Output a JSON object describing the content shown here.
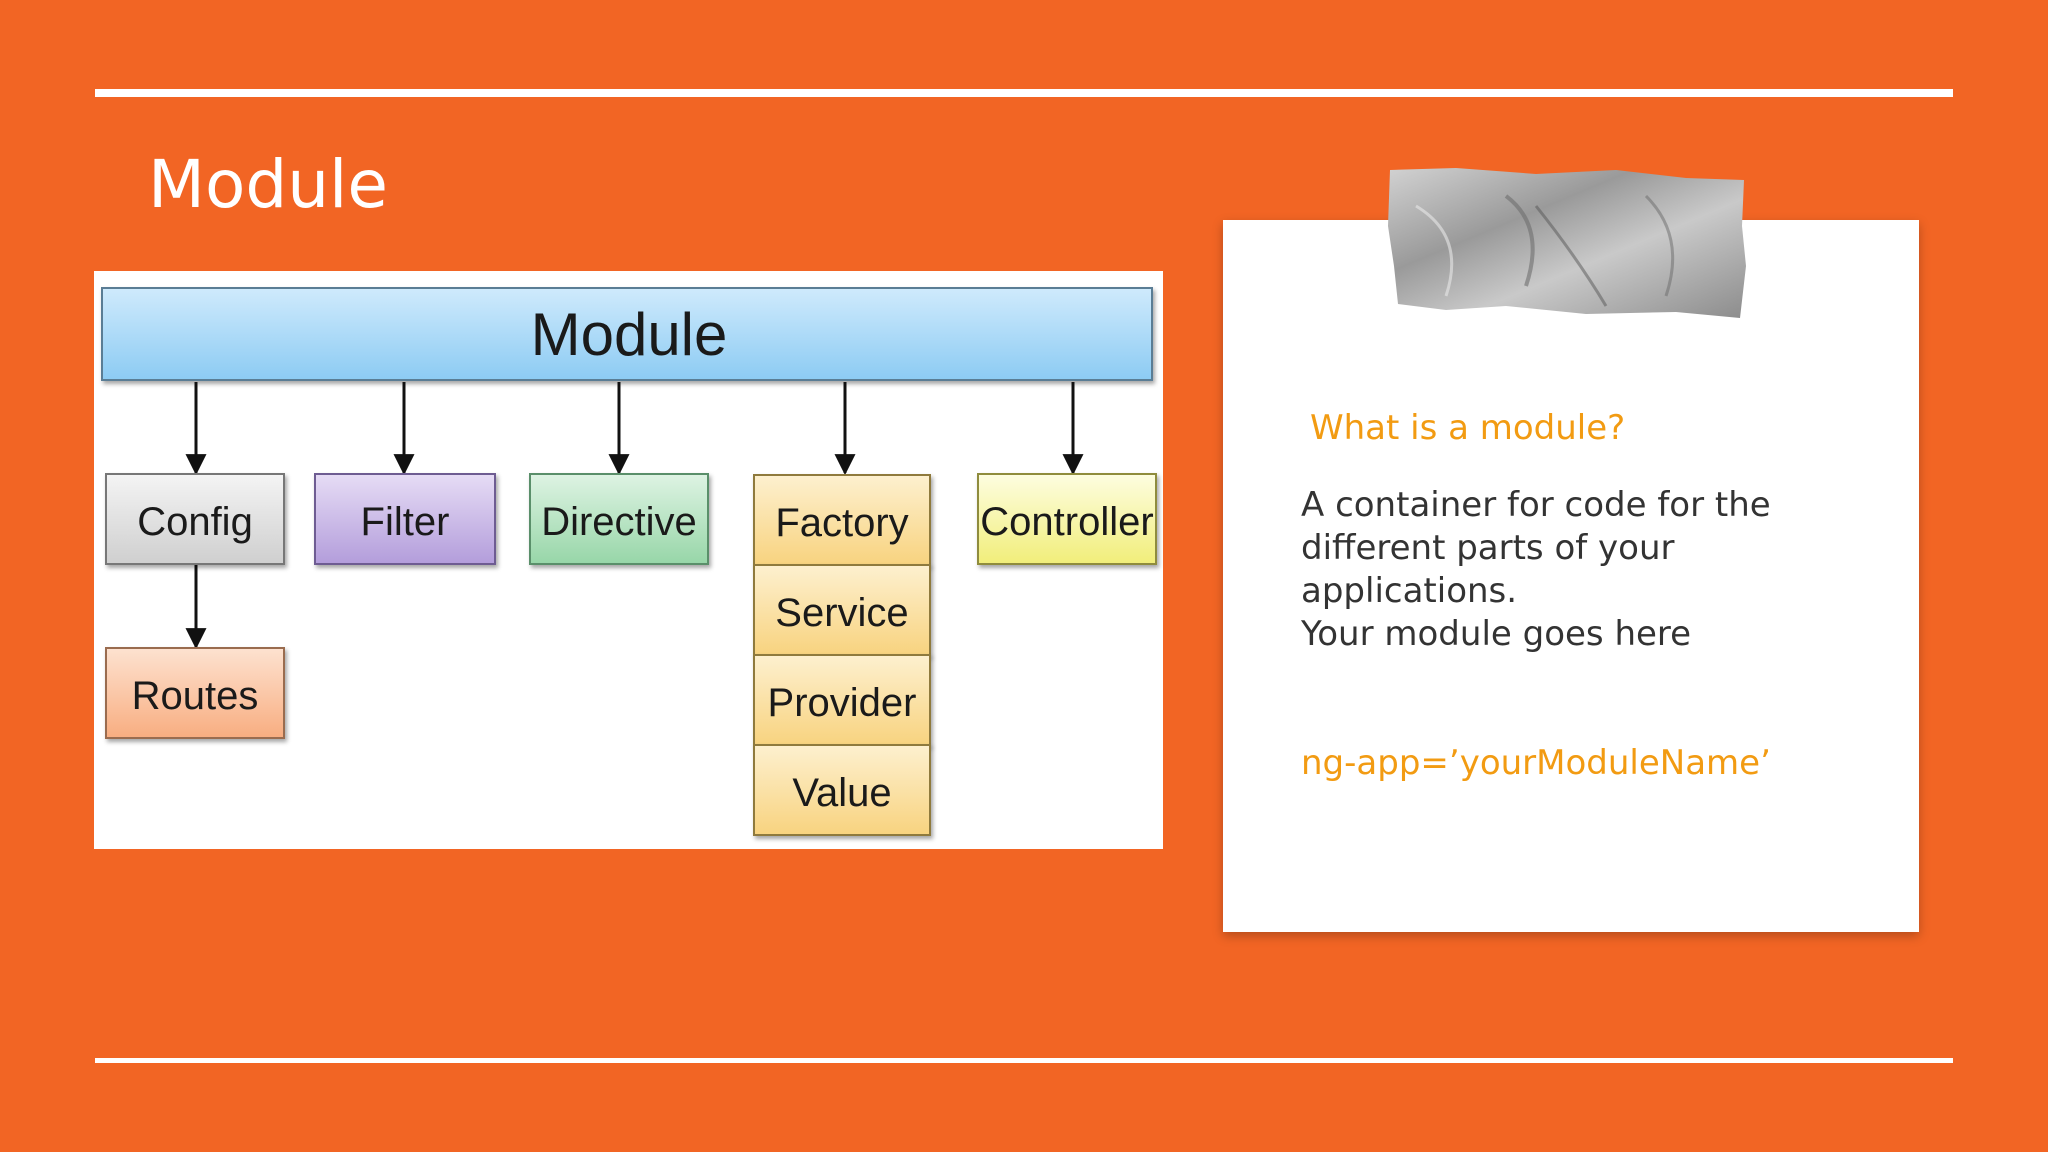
{
  "slide": {
    "title": "Module",
    "background": "#F26524",
    "accent": "#ffffff"
  },
  "diagram": {
    "root": "Module",
    "nodes": {
      "config": "Config",
      "filter": "Filter",
      "directive": "Directive",
      "factory": "Factory",
      "controller": "Controller",
      "routes": "Routes",
      "service": "Service",
      "provider": "Provider",
      "value": "Value"
    },
    "colors": {
      "module": "#9fd3f5",
      "config": "#e2e2e2",
      "filter": "#c6b3e6",
      "directive": "#b5e3c0",
      "factory": "#fbe2a6",
      "controller": "#f7f5a3",
      "routes": "#fbc8a6"
    }
  },
  "note": {
    "heading": "What is a module?",
    "body_lines": [
      "A container for code for the",
      "different parts of your",
      "applications.",
      "Your module goes here"
    ],
    "code": "ng-app=’yourModuleName’",
    "heading_color": "#F29B12",
    "tape_icon": "duct-tape-icon"
  }
}
